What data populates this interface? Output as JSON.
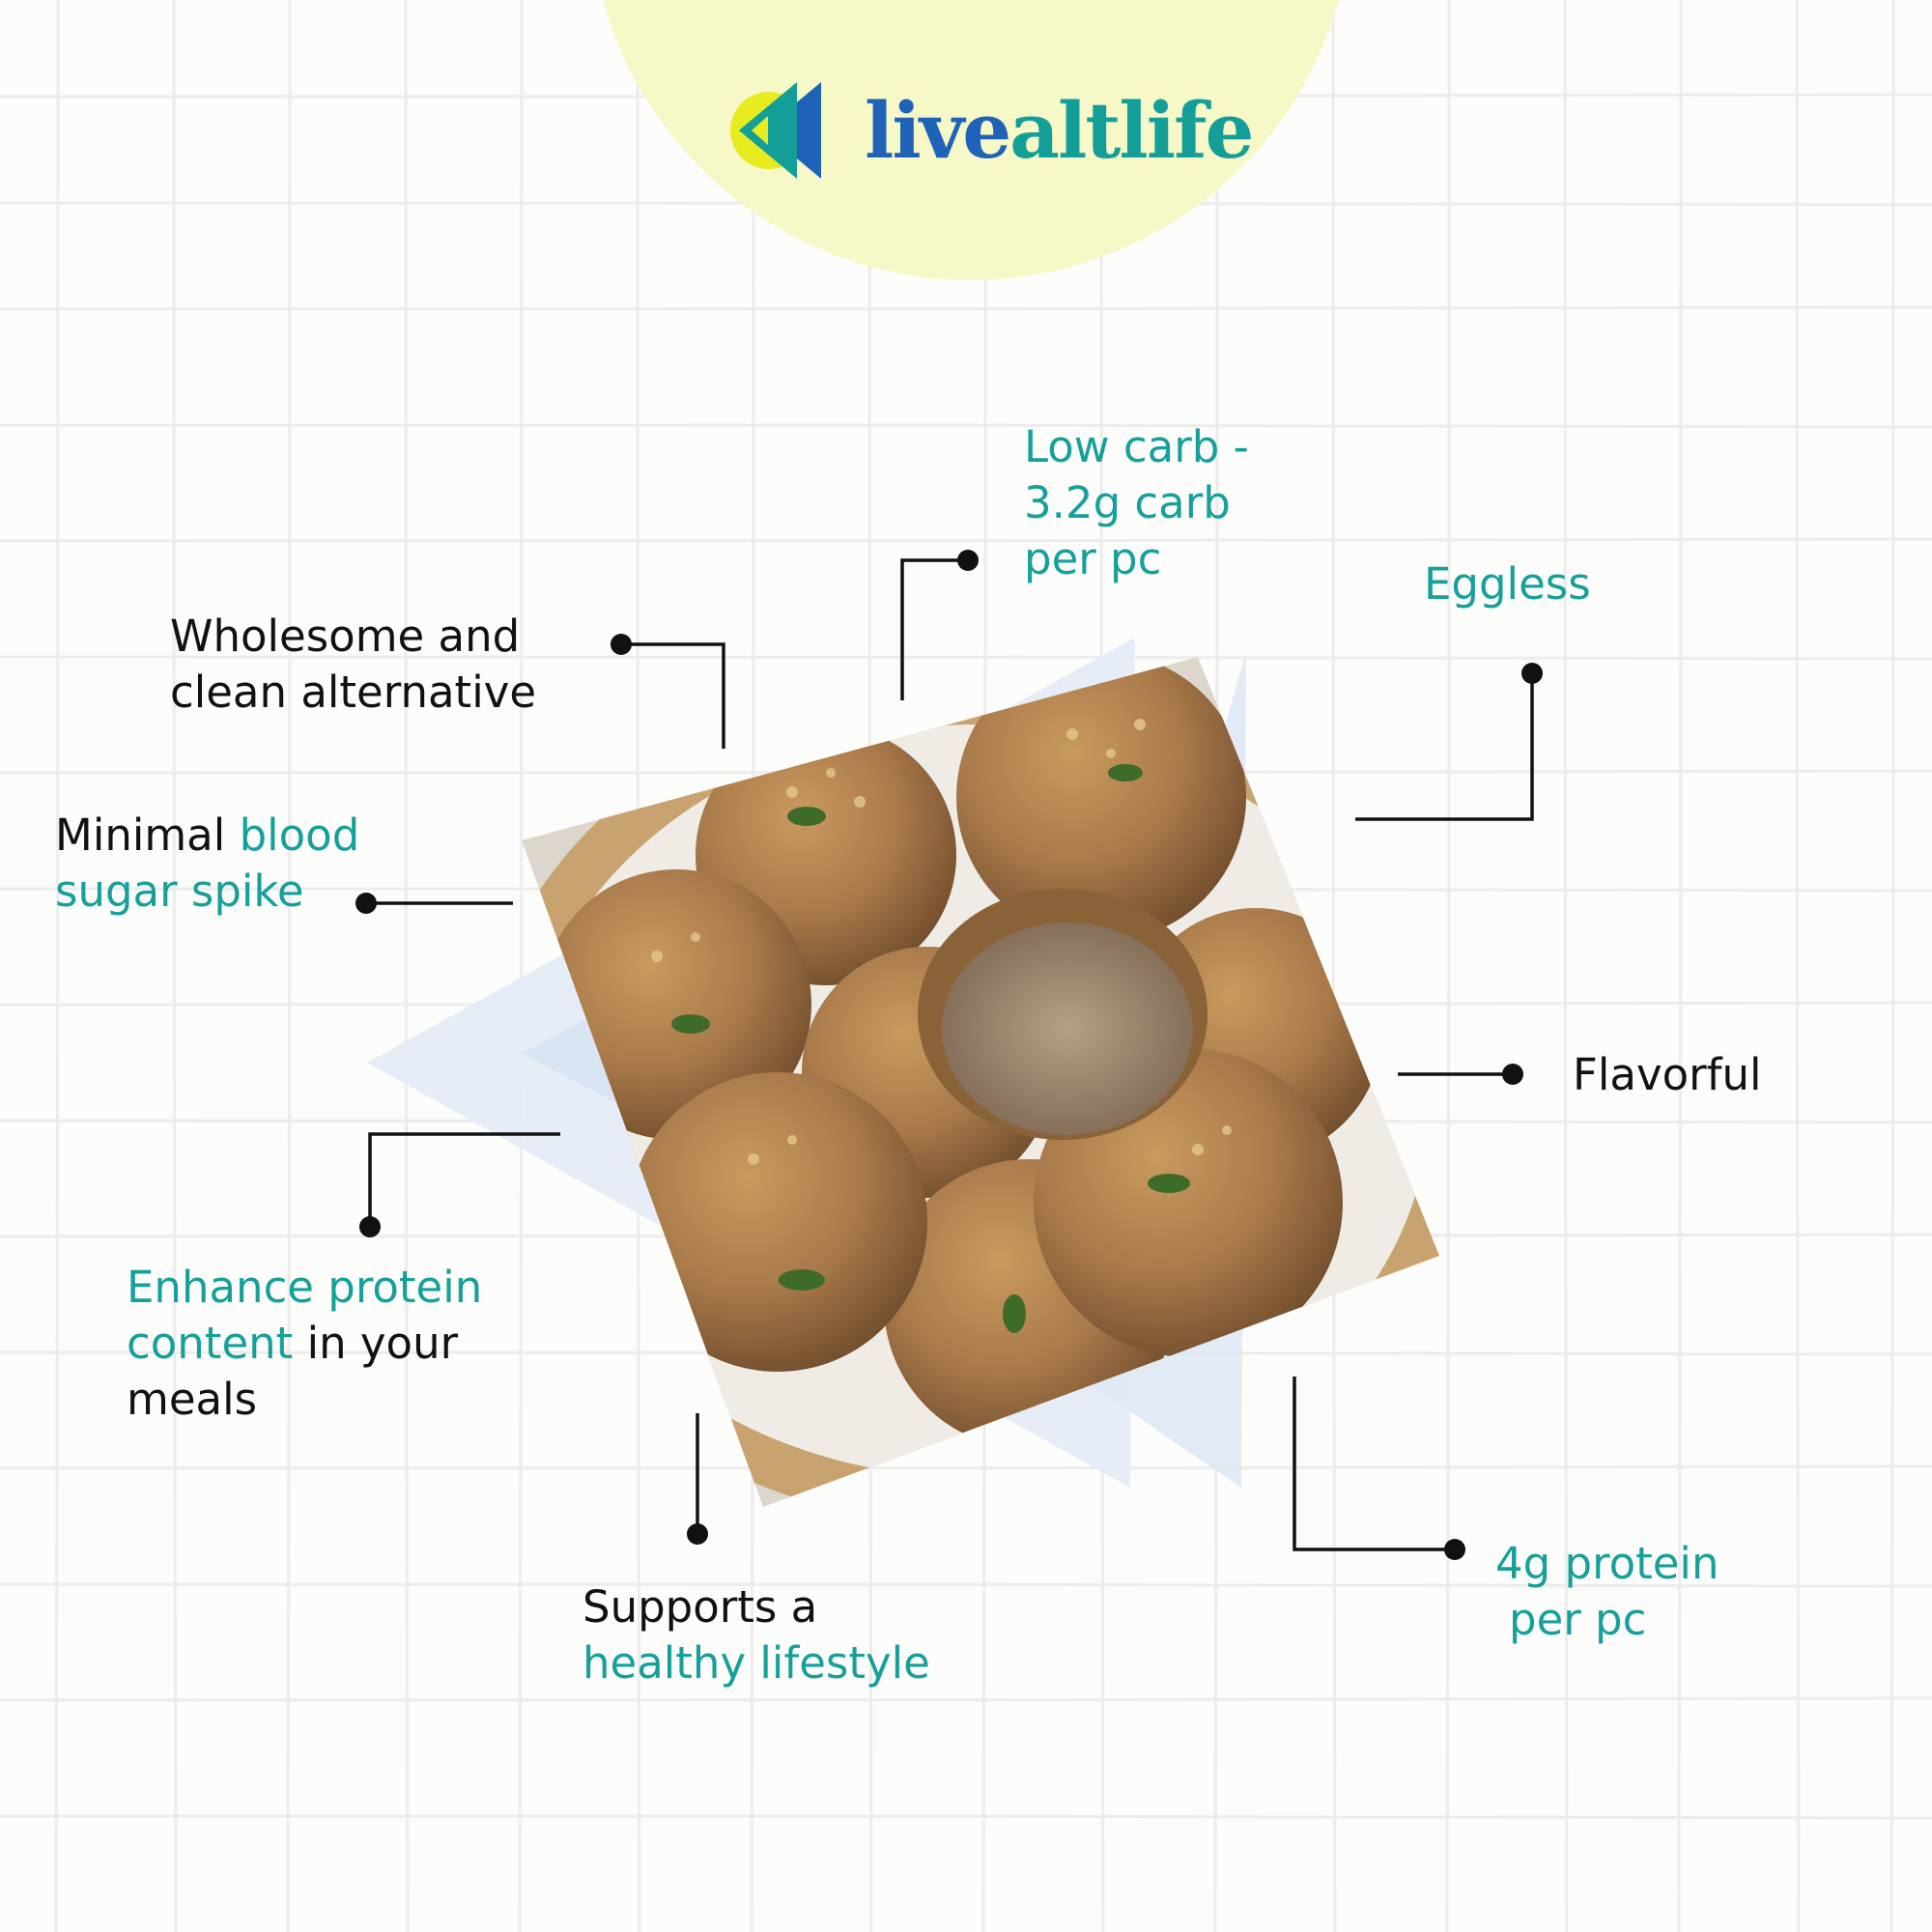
{
  "brand": {
    "name_part1": "live",
    "name_part2": "altlife"
  },
  "features": {
    "low_carb": [
      "Low carb -",
      "3.2g carb",
      "per pc"
    ],
    "eggless": "Eggless",
    "wholesome": [
      "Wholesome and",
      "clean alternative"
    ],
    "blood_sugar": {
      "dark": "Minimal ",
      "teal1": "blood",
      "teal2": "sugar spike"
    },
    "flavorful": "Flavorful",
    "protein_enhance": {
      "teal1": "Enhance protein",
      "teal2": "content",
      "dark2": " in your",
      "dark3": "meals"
    },
    "lifestyle": {
      "dark": "Supports a",
      "teal": "healthy lifestyle"
    },
    "protein_per_pc": [
      "4g protein",
      "per pc"
    ]
  },
  "colors": {
    "teal": "#16a09a",
    "blue": "#1f63b8",
    "yellow": "#e6ec1f",
    "sun": "#f6f8c8",
    "text": "#111111"
  },
  "icons": {
    "logo": "arrow-circle-logo-icon",
    "photo": "bread-rolls-basket-photo"
  }
}
